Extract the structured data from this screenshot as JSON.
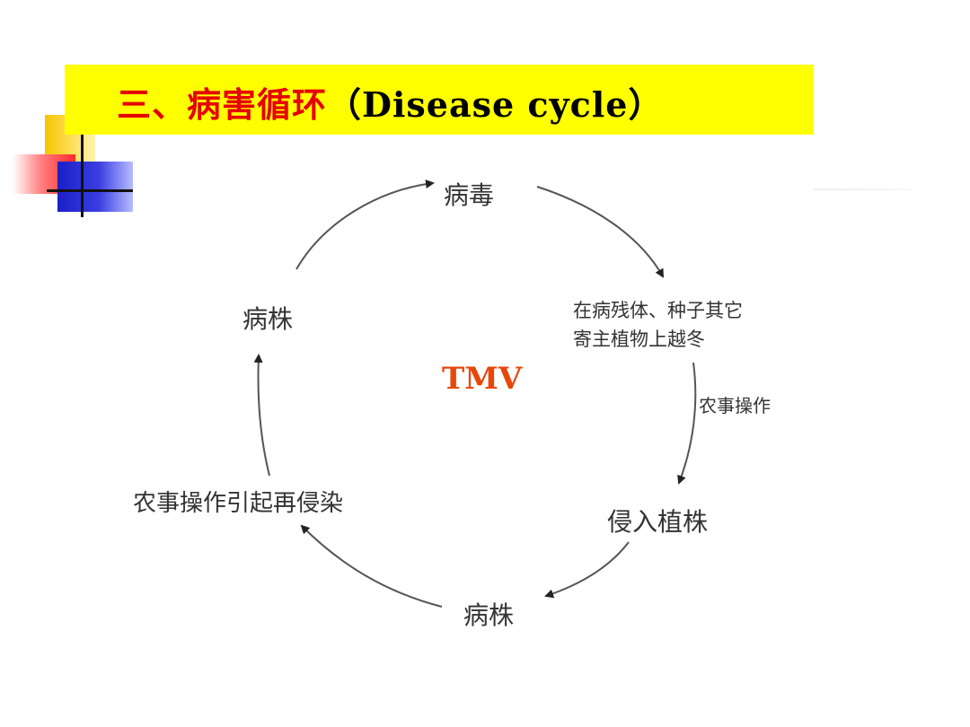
{
  "title": {
    "zh": "三、病害循环",
    "en": "（Disease cycle）"
  },
  "center_label": "TMV",
  "nodes": {
    "top": "病毒",
    "right_line1": "在病残体、种子其它",
    "right_line2": "寄主植物上越冬",
    "edge_operation": "农事操作",
    "entry": "侵入植株",
    "bottom": "病株",
    "reinfection": "农事操作引起再侵染",
    "left": "病株"
  },
  "colors": {
    "title_bg": "#ffff00",
    "title_zh": "#e60000",
    "title_en": "#000000",
    "center_label": "#e8470a",
    "diagram_text": "#333333"
  }
}
